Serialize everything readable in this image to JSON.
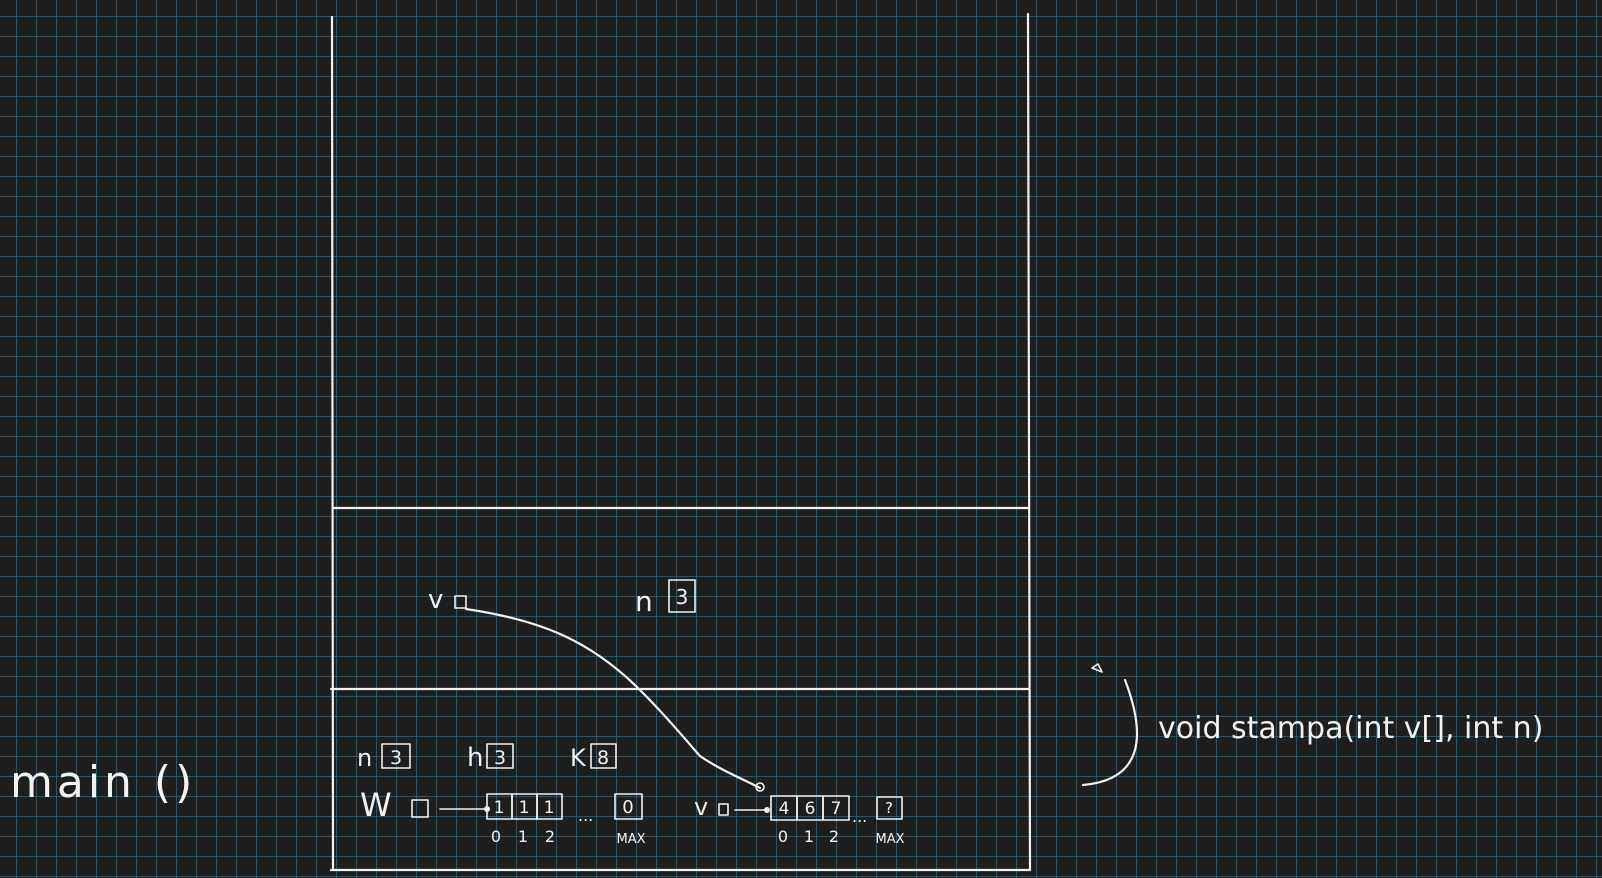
{
  "labels": {
    "main_label": "main ()",
    "function_signature": "void stampa(int v[], int n)"
  },
  "stampa_frame": {
    "v_label": "v",
    "n_label": "n",
    "n_value": "3"
  },
  "main_frame": {
    "n_label": "n",
    "n_value": "3",
    "h_label": "h",
    "h_value": "3",
    "k_label": "K",
    "k_value": "8",
    "w_label": "W",
    "w_array": {
      "cells": [
        "1",
        "1",
        "1"
      ],
      "ellipsis": "...",
      "last_cell": "0",
      "indices": [
        "0",
        "1",
        "2"
      ],
      "max_label": "MAX"
    },
    "v_label": "v",
    "v_array": {
      "cells": [
        "4",
        "6",
        "7"
      ],
      "ellipsis": "...",
      "last_cell": "?",
      "indices": [
        "0",
        "1",
        "2"
      ],
      "max_label": "MAX"
    }
  }
}
